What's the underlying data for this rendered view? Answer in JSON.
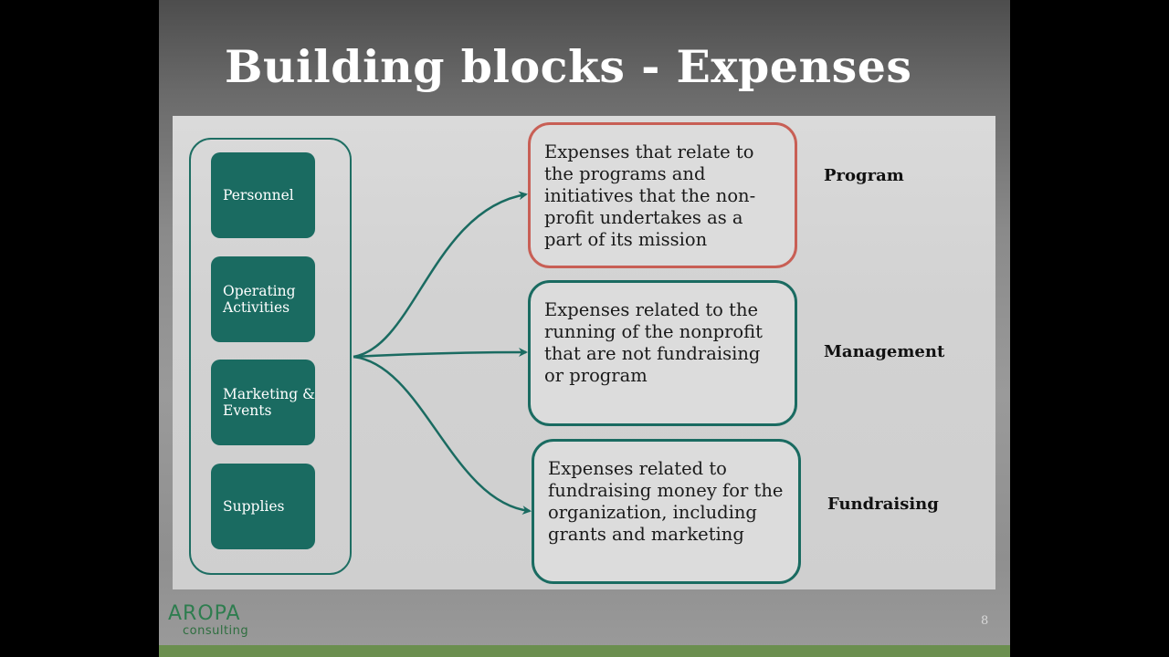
{
  "slide": {
    "title": "Building blocks - Expenses",
    "page_number": "8"
  },
  "blocks": [
    {
      "label": "Personnel"
    },
    {
      "label": "Operating Activities"
    },
    {
      "label": "Marketing & Events"
    },
    {
      "label": "Supplies"
    }
  ],
  "categories": [
    {
      "label": "Program",
      "description": "Expenses that relate to the programs and initiatives that the non-profit undertakes as a part of its mission"
    },
    {
      "label": "Management",
      "description": "Expenses related to the running of the nonprofit that are not fundraising or program"
    },
    {
      "label": "Fundraising",
      "description": "Expenses related to fundraising money for the organization, including grants and marketing"
    }
  ],
  "logo": {
    "main": "AROPA",
    "sub": "consulting"
  },
  "colors": {
    "teal": "#1a6b61",
    "program_border": "#c85f55",
    "logo_green": "#2e7d4f",
    "bottom_bar": "#6b8f4f"
  }
}
